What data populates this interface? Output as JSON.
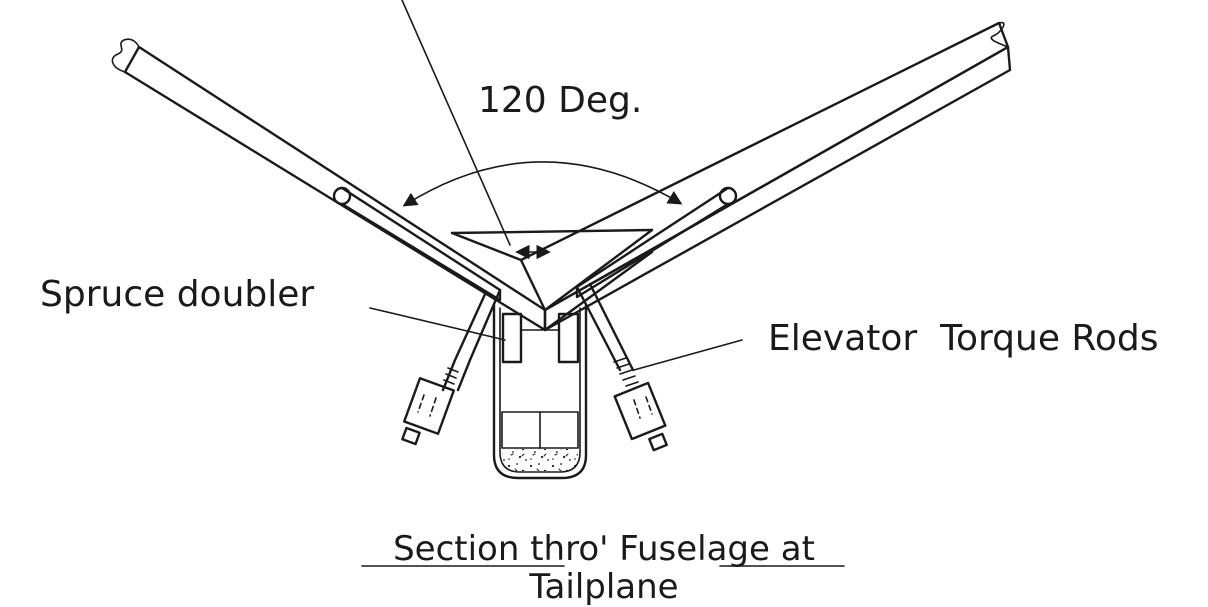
{
  "labels": {
    "angle": "120 Deg.",
    "spruce_doubler": "Spruce doubler",
    "elevator_torque_rods": "Elevator  Torque Rods"
  },
  "caption": {
    "line1": "Section thro' Fuselage at",
    "line2": "Tailplane"
  }
}
